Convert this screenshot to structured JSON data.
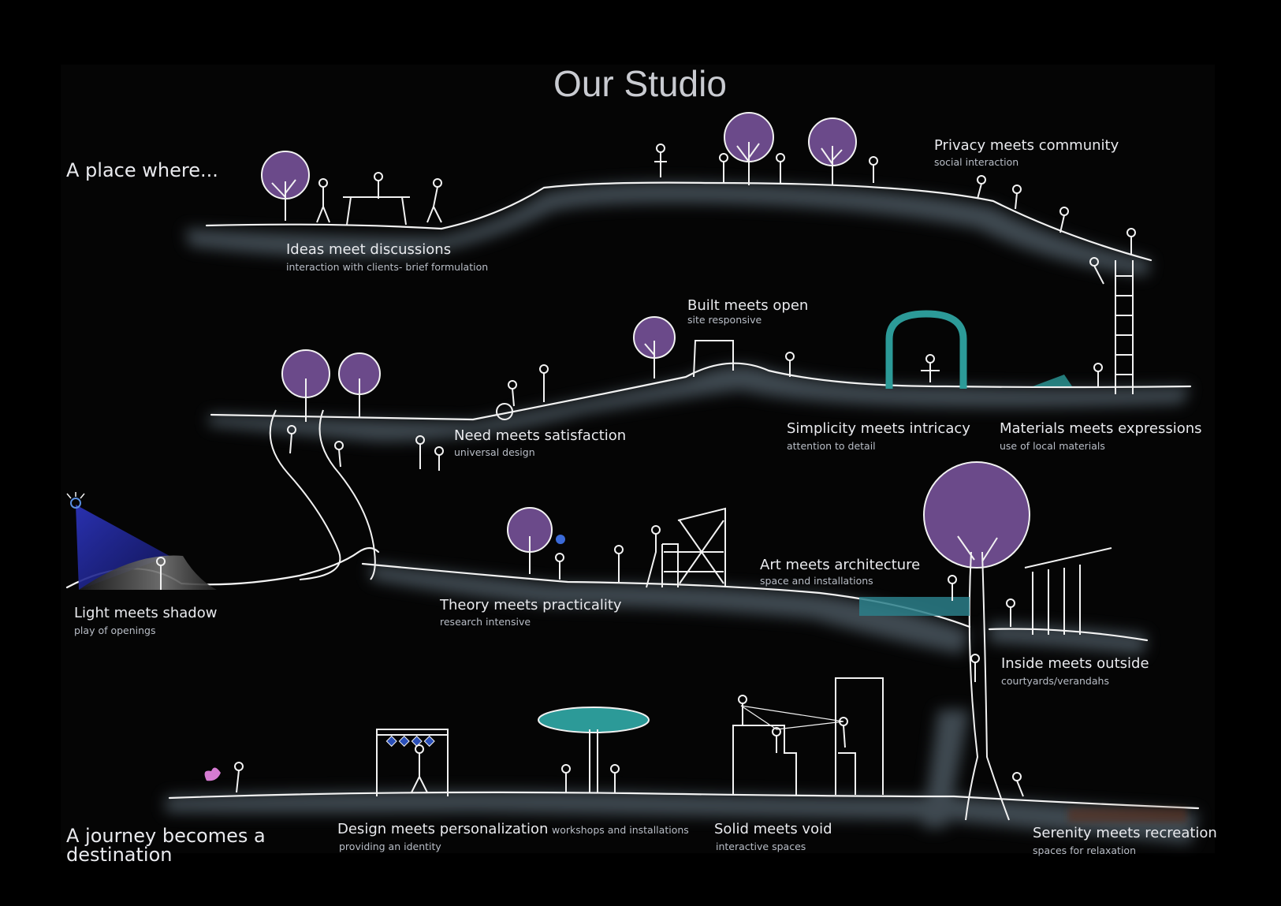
{
  "title": "Our Studio",
  "intro": "A place where...",
  "outro_line1": "A journey becomes a",
  "outro_line2": "destination",
  "colors": {
    "background": "#000000",
    "ground_glow": "#6f8290",
    "tree_purple": "#6b4a8a",
    "teal": "#2c9a98",
    "lamp_blue": "#2a2f9a",
    "chalk": "#f2f2f2"
  },
  "labels": [
    {
      "id": "ideas",
      "title": "Ideas meet discussions",
      "subtitle": "interaction with clients- brief formulation"
    },
    {
      "id": "privacy",
      "title": "Privacy meets community",
      "subtitle": "social interaction"
    },
    {
      "id": "built",
      "title": "Built meets open",
      "subtitle": "site responsive"
    },
    {
      "id": "need",
      "title": "Need meets satisfaction",
      "subtitle": "universal design"
    },
    {
      "id": "simplicity",
      "title": "Simplicity meets intricacy",
      "subtitle": "attention to detail"
    },
    {
      "id": "materials",
      "title": "Materials meets expressions",
      "subtitle": "use of local materials"
    },
    {
      "id": "light",
      "title": "Light meets shadow",
      "subtitle": "play of openings"
    },
    {
      "id": "theory",
      "title": "Theory meets practicality",
      "subtitle": "research intensive"
    },
    {
      "id": "art",
      "title": "Art meets architecture",
      "subtitle": "space and installations"
    },
    {
      "id": "inside",
      "title": "Inside meets outside",
      "subtitle": "courtyards/verandahs"
    },
    {
      "id": "design",
      "title": "Design meets personalization",
      "subtitle": "providing an identity"
    },
    {
      "id": "workshops",
      "title": "",
      "subtitle": "workshops and installations"
    },
    {
      "id": "solid",
      "title": "Solid meets void",
      "subtitle": "interactive spaces"
    },
    {
      "id": "serenity",
      "title": "Serenity meets recreation",
      "subtitle": "spaces for relaxation"
    }
  ]
}
